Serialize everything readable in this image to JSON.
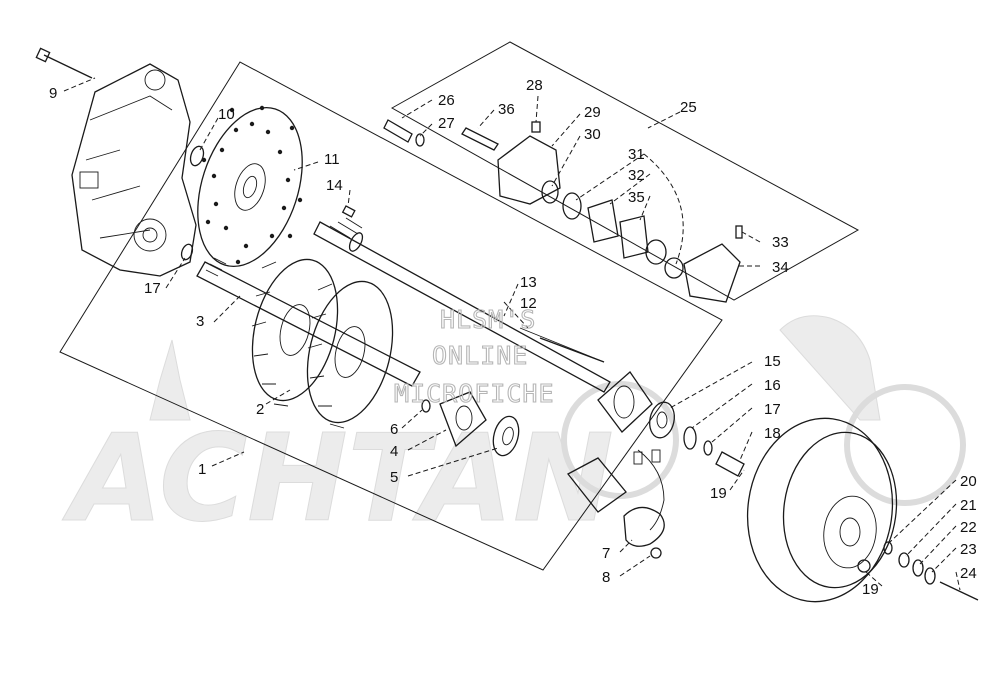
{
  "watermark": {
    "line1": "HLSM'S",
    "line2": "ONLINE",
    "line3": "MICROFICHE",
    "brand": "ACHTAN"
  },
  "callouts": {
    "c1": "1",
    "c2": "2",
    "c3": "3",
    "c4": "4",
    "c5": "5",
    "c6": "6",
    "c7": "7",
    "c8": "8",
    "c9": "9",
    "c10": "10",
    "c11": "11",
    "c12": "12",
    "c13": "13",
    "c14": "14",
    "c15": "15",
    "c16": "16",
    "c17a": "17",
    "c17b": "17",
    "c18": "18",
    "c19a": "19",
    "c19b": "19",
    "c20": "20",
    "c21": "21",
    "c22": "22",
    "c23": "23",
    "c24": "24",
    "c25": "25",
    "c26": "26",
    "c27": "27",
    "c28": "28",
    "c29": "29",
    "c30": "30",
    "c31": "31",
    "c32": "32",
    "c33": "33",
    "c34": "34",
    "c35": "35",
    "c36": "36"
  }
}
